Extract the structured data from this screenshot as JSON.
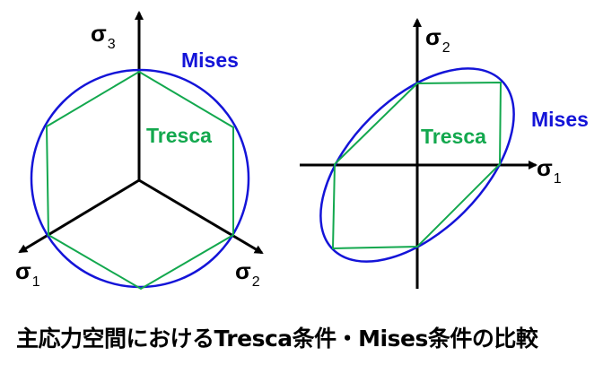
{
  "left_diagram": {
    "axis_labels": {
      "s3": "σ",
      "s3_sub": "3",
      "s1": "σ",
      "s1_sub": "1",
      "s2": "σ",
      "s2_sub": "2"
    },
    "mises_label": "Mises",
    "tresca_label": "Tresca"
  },
  "right_diagram": {
    "axis_labels": {
      "s2": "σ",
      "s2_sub": "2",
      "s1": "σ",
      "s1_sub": "1"
    },
    "mises_label": "Mises",
    "tresca_label": "Tresca"
  },
  "colors": {
    "mises": "#1414d8",
    "tresca": "#13a84e",
    "axis": "#000000"
  },
  "caption": "主応力空間におけるTresca条件・Mises条件の比較"
}
